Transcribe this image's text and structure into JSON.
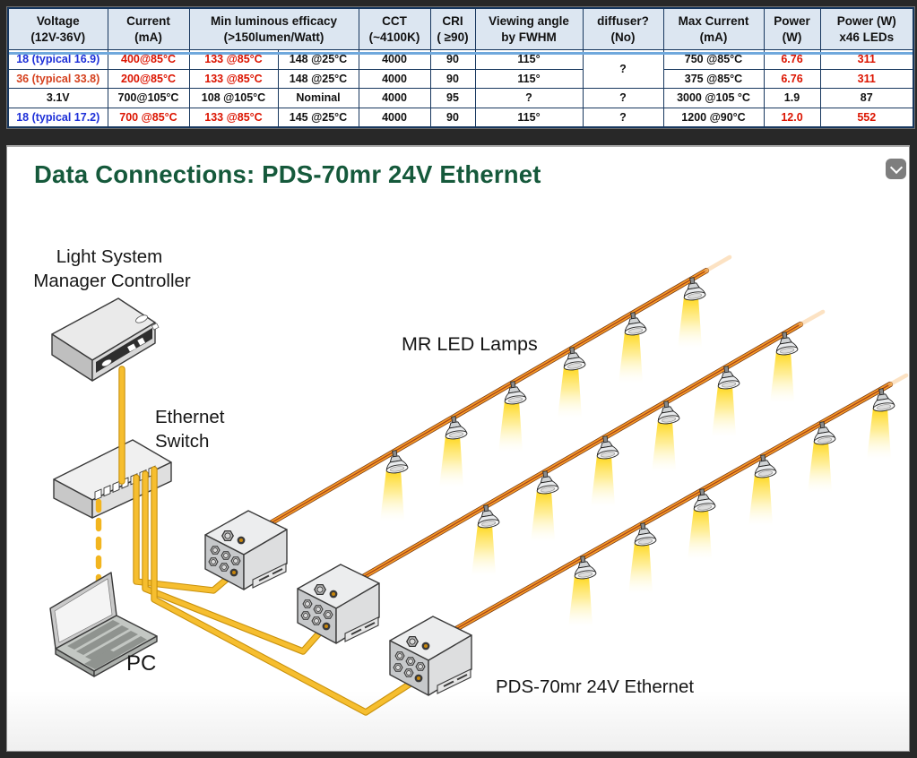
{
  "table": {
    "headers": [
      {
        "l1": "Voltage",
        "l2": "(12V-36V)"
      },
      {
        "l1": "Current",
        "l2": "(mA)"
      },
      {
        "l1": "Min luminous efficacy",
        "l2": "(>150lumen/Watt)"
      },
      {
        "l1": "CCT",
        "l2": "(~4100K)"
      },
      {
        "l1": "CRI",
        "l2": "( ≥90)"
      },
      {
        "l1": "Viewing angle",
        "l2": "by FWHM"
      },
      {
        "l1": "diffuser?",
        "l2": "(No)"
      },
      {
        "l1": "Max Current",
        "l2": "(mA)"
      },
      {
        "l1": "Power",
        "l2": "(W)"
      },
      {
        "l1": "Power (W)",
        "l2": "x46 LEDs"
      }
    ],
    "rows": [
      {
        "voltage": "18 (typical 16.9)",
        "current": "400@85°C",
        "eff_hot": "133 @85°C",
        "eff_cold": "148 @25°C",
        "cct": "4000",
        "cri": "90",
        "viewing_angle": "115°",
        "diffuser": "?",
        "max_current": "750 @85°C",
        "power": "6.76",
        "power_x46": "311"
      },
      {
        "voltage": "36 (typical 33.8)",
        "current": "200@85°C",
        "eff_hot": "133 @85°C",
        "eff_cold": "148 @25°C",
        "cct": "4000",
        "cri": "90",
        "viewing_angle": "115°",
        "max_current": "375 @85°C",
        "power": "6.76",
        "power_x46": "311"
      },
      {
        "voltage": "3.1V",
        "current": "700@105°C",
        "eff_hot": "108 @105°C",
        "eff_cold": "Nominal",
        "cct": "4000",
        "cri": "95",
        "viewing_angle": "?",
        "diffuser": "?",
        "max_current": "3000 @105 °C",
        "power": "1.9",
        "power_x46": "87"
      },
      {
        "voltage": "18 (typical 17.2)",
        "current": "700 @85°C",
        "eff_hot": "133 @85°C",
        "eff_cold": "145 @25°C",
        "cct": "4000",
        "cri": "90",
        "viewing_angle": "115°",
        "diffuser": "?",
        "max_current": "1200 @90°C",
        "power": "12.0",
        "power_x46": "552"
      }
    ]
  },
  "diagram": {
    "title": "Data Connections: PDS-70mr 24V Ethernet",
    "labels": {
      "controller_line1": "Light System",
      "controller_line2": "Manager Controller",
      "switch_line1": "Ethernet",
      "switch_line2": "Switch",
      "lamps": "MR LED Lamps",
      "pc": "PC",
      "pds": "PDS-70mr 24V Ethernet"
    },
    "collapse_icon": "chevron-down",
    "lamps_per_string": 6,
    "string_count": 3
  },
  "colors": {
    "title_green": "#15593B",
    "header_bg": "#DCE6F1",
    "table_border": "#17375E",
    "divider_blue": "#6FA8DC",
    "value_red": "#DC1400",
    "value_blue": "#1D2FD8",
    "value_orange_red": "#D5411E",
    "cable_yellow": "#F6BE2F",
    "cable_orange": "#F79B26"
  }
}
